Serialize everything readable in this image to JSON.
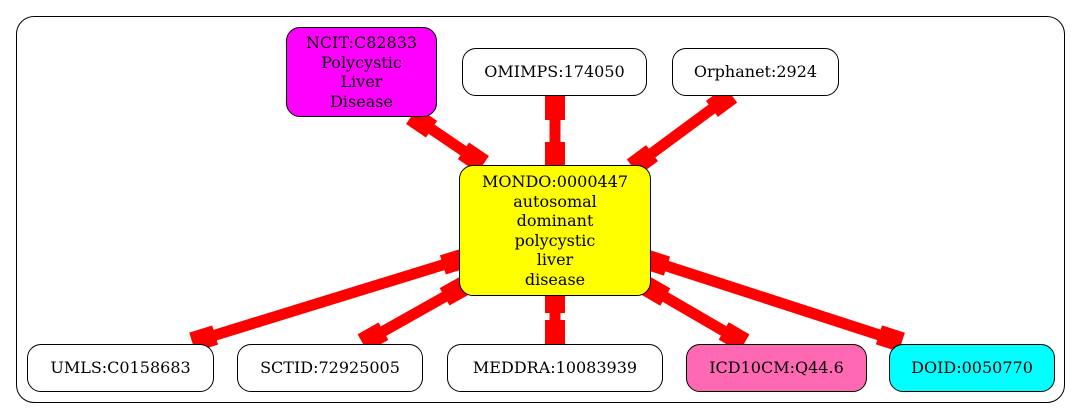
{
  "diagram": {
    "center": {
      "id": "center",
      "lines": [
        "MONDO:0000447",
        "autosomal",
        "dominant",
        "polycystic",
        "liver",
        "disease"
      ],
      "fill": "#ffff00"
    },
    "nodes": [
      {
        "id": "ncit",
        "lines": [
          "NCIT:C82833",
          "Polycystic",
          "Liver",
          "Disease"
        ],
        "fill": "#ff00ff"
      },
      {
        "id": "omimps",
        "lines": [
          "OMIMPS:174050"
        ],
        "fill": "#ffffff"
      },
      {
        "id": "orphanet",
        "lines": [
          "Orphanet:2924"
        ],
        "fill": "#ffffff"
      },
      {
        "id": "umls",
        "lines": [
          "UMLS:C0158683"
        ],
        "fill": "#ffffff"
      },
      {
        "id": "sctid",
        "lines": [
          "SCTID:72925005"
        ],
        "fill": "#ffffff"
      },
      {
        "id": "meddra",
        "lines": [
          "MEDDRA:10083939"
        ],
        "fill": "#ffffff"
      },
      {
        "id": "icd10cm",
        "lines": [
          "ICD10CM:Q44.6"
        ],
        "fill": "#ff69b4"
      },
      {
        "id": "doid",
        "lines": [
          "DOID:0050770"
        ],
        "fill": "#00ffff"
      }
    ],
    "edge_color": "#ff0000"
  }
}
